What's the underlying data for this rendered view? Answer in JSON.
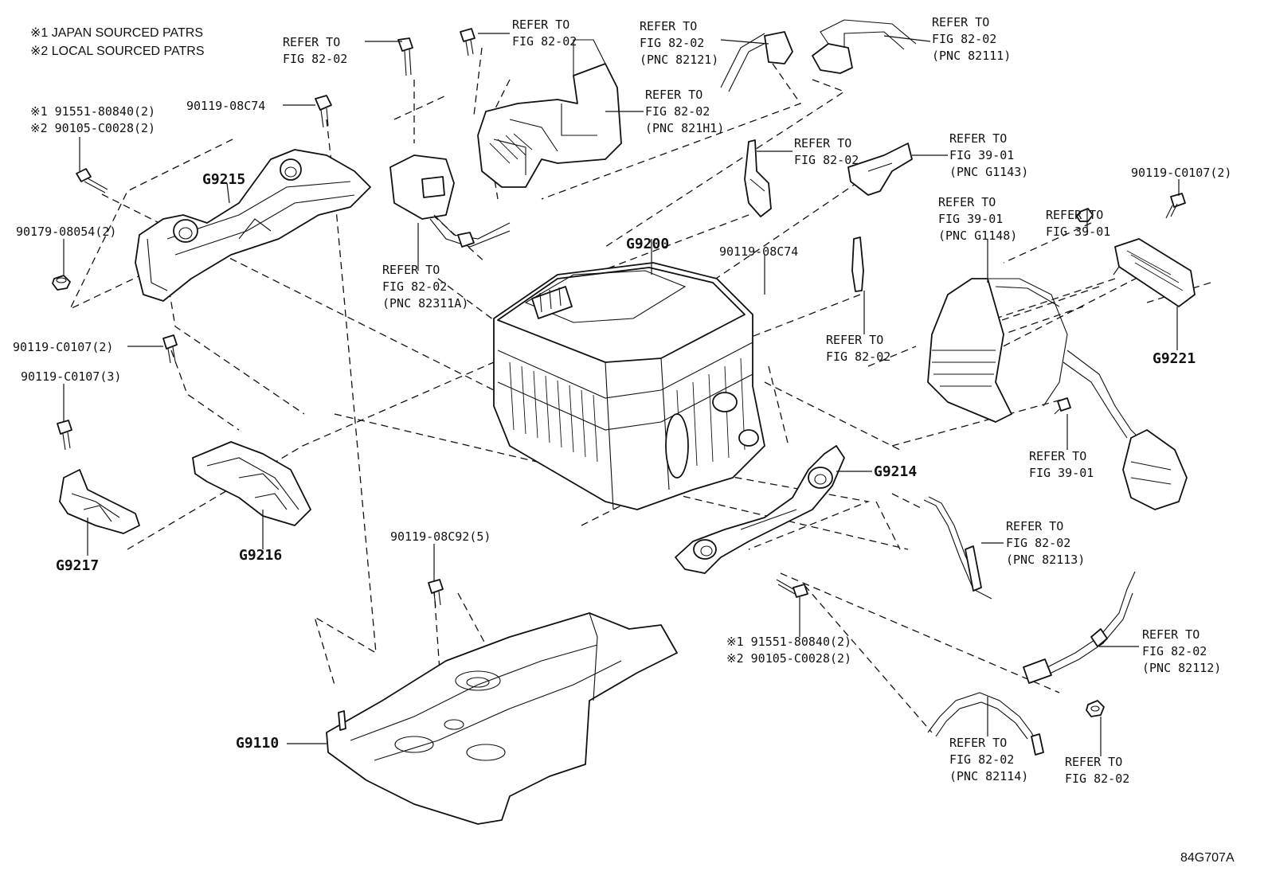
{
  "notes": {
    "japan": "※1 JAPAN SOURCED PATRS",
    "local": "※2 LOCAL SOURCED PATRS"
  },
  "diagram_code": "84G707A",
  "parts": [
    {
      "id": "G9215",
      "label": "G9215"
    },
    {
      "id": "G9200",
      "label": "G9200"
    },
    {
      "id": "G9214",
      "label": "G9214"
    },
    {
      "id": "G9216",
      "label": "G9216"
    },
    {
      "id": "G9217",
      "label": "G9217"
    },
    {
      "id": "G9110",
      "label": "G9110"
    },
    {
      "id": "G9221",
      "label": "G9221"
    }
  ],
  "fasteners": {
    "bolt_top_left_1": "※1 91551-80840(2)",
    "bolt_top_left_2": "※2 90105-C0028(2)",
    "bolt_08c74_a": "90119-08C74",
    "nut_08054": "90179-08054(2)",
    "bolt_c0107_2_left": "90119-C0107(2)",
    "bolt_c0107_3": "90119-C0107(3)",
    "bolt_08c92": "90119-08C92(5)",
    "bolt_08c74_b": "90119-08C74",
    "bolt_c0107_2_right": "90119-C0107(2)",
    "bolt_bottom_1": "※1 91551-80840(2)",
    "bolt_bottom_2": "※2 90105-C0028(2)"
  },
  "refs": {
    "r1": [
      "REFER TO",
      "FIG 82-02"
    ],
    "r2": [
      "REFER TO",
      "FIG 82-02"
    ],
    "r3": [
      "REFER TO",
      "FIG 82-02",
      "(PNC 82121)"
    ],
    "r4": [
      "REFER TO",
      "FIG 82-02",
      "(PNC 82111)"
    ],
    "r5": [
      "REFER TO",
      "FIG 82-02",
      "(PNC 821H1)"
    ],
    "r6": [
      "REFER TO",
      "FIG 82-02",
      "(PNC 82311A)"
    ],
    "r7": [
      "REFER TO",
      "FIG 82-02"
    ],
    "r8": [
      "REFER TO",
      "FIG 39-01",
      "(PNC G1143)"
    ],
    "r9": [
      "REFER TO",
      "FIG 39-01",
      "(PNC G1148)"
    ],
    "r10": [
      "REFER TO",
      "FIG 39-01"
    ],
    "r11": [
      "REFER TO",
      "FIG 82-02"
    ],
    "r12": [
      "REFER TO",
      "FIG 39-01"
    ],
    "r13": [
      "REFER TO",
      "FIG 82-02",
      "(PNC 82113)"
    ],
    "r14": [
      "REFER TO",
      "FIG 82-02",
      "(PNC 82112)"
    ],
    "r15": [
      "REFER TO",
      "FIG 82-02",
      "(PNC 82114)"
    ],
    "r16": [
      "REFER TO",
      "FIG 82-02"
    ]
  }
}
